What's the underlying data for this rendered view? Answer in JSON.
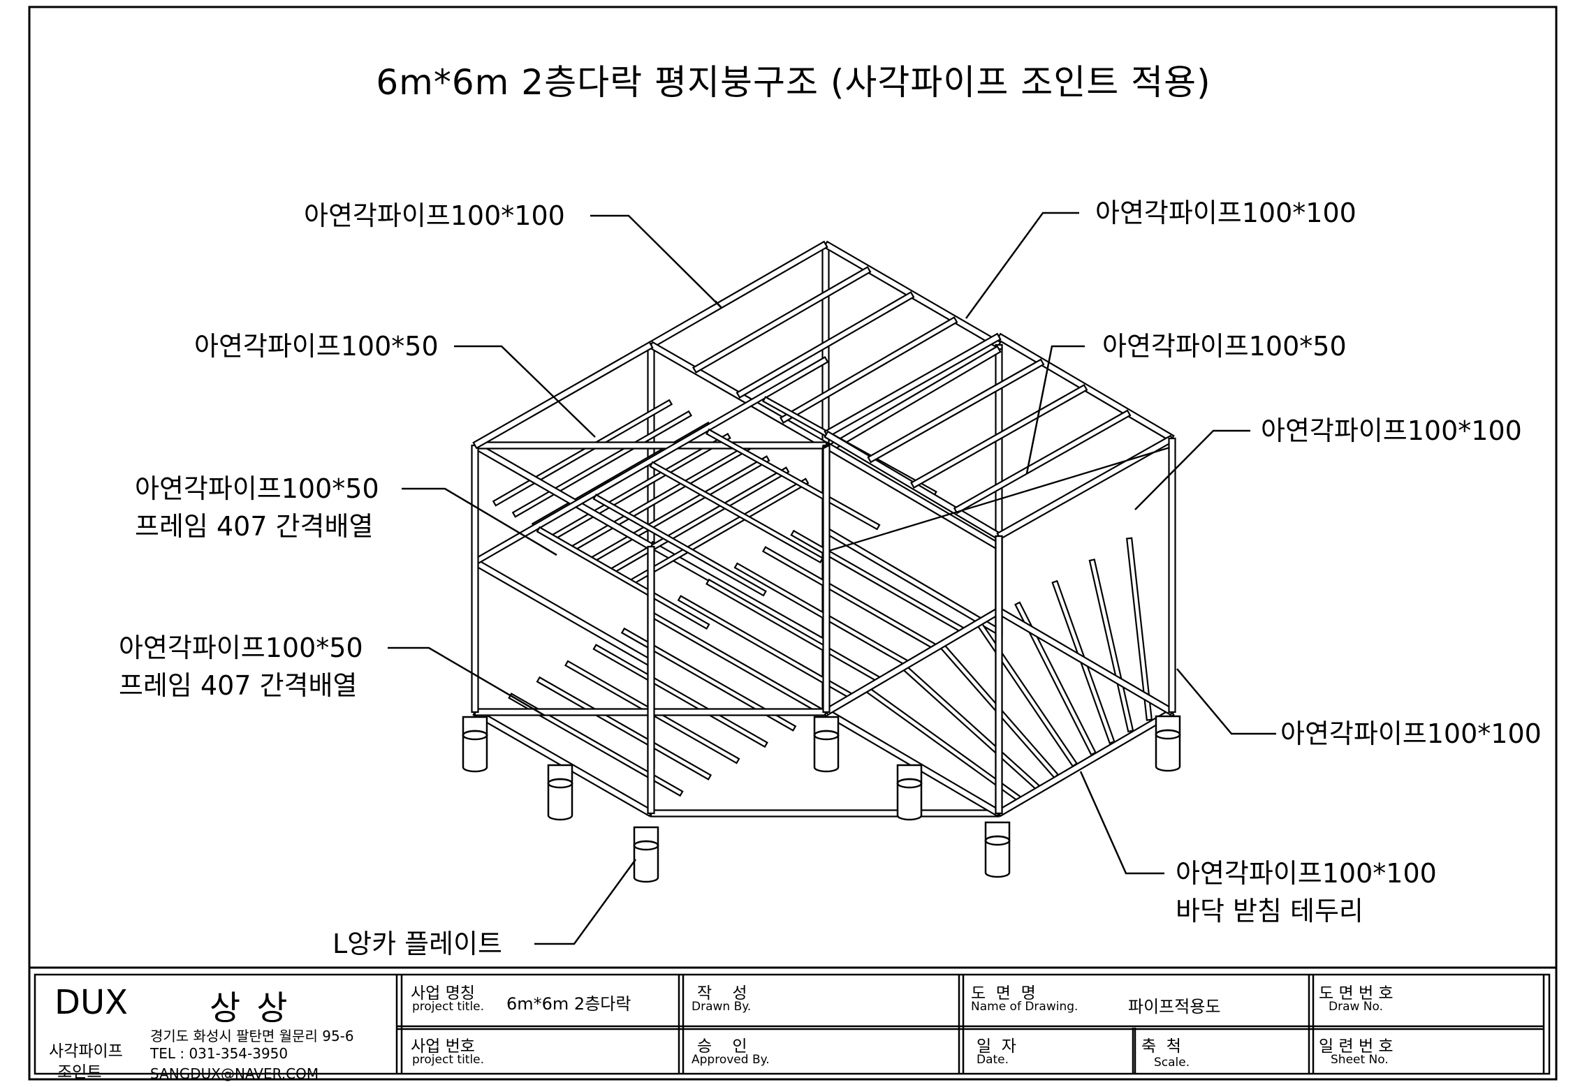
{
  "title": "6m*6m 2층다락 평지붕구조 (사각파이프 조인트 적용)",
  "callouts": [
    {
      "id": "c1",
      "lines": [
        "아연각파이프100*100"
      ]
    },
    {
      "id": "c2",
      "lines": [
        "아연각파이프100*100"
      ]
    },
    {
      "id": "c3",
      "lines": [
        "아연각파이프100*50"
      ]
    },
    {
      "id": "c4",
      "lines": [
        "아연각파이프100*50"
      ]
    },
    {
      "id": "c5",
      "lines": [
        "아연각파이프100*100"
      ]
    },
    {
      "id": "c6",
      "lines": [
        "아연각파이프100*50",
        "프레임 407 간격배열"
      ]
    },
    {
      "id": "c7",
      "lines": [
        "아연각파이프100*50",
        "프레임 407 간격배열"
      ]
    },
    {
      "id": "c8",
      "lines": [
        "아연각파이프100*100"
      ]
    },
    {
      "id": "c9",
      "lines": [
        "아연각파이프100*100",
        "바닥 받침 테두리"
      ]
    },
    {
      "id": "c10",
      "lines": [
        "L앙카 플레이트"
      ]
    }
  ],
  "title_block": {
    "company": "DUX",
    "company_name": "상 상",
    "company_sub_1": "사각파이프",
    "company_sub_2": "조인트",
    "address": "경기도 화성시 팔탄면 월문리 95-6",
    "tel": "TEL : 031-354-3950",
    "email": "SANGDUX@NAVER.COM",
    "project_name_label": "사업 명칭",
    "project_name_label_en": "project title.",
    "project_name_value": "6m*6m 2층다락",
    "project_no_label": "사업 번호",
    "project_no_label_en": "project title.",
    "drawn_label": "작    성",
    "drawn_label_en": "Drawn By.",
    "approved_label": "승    인",
    "approved_label_en": "Approved By.",
    "drawing_name_label": "도  면  명",
    "drawing_name_label_en": "Name of Drawing.",
    "drawing_name_value": "파이프적용도",
    "date_label": "일  자",
    "date_label_en": "Date.",
    "scale_label": "축  척",
    "scale_label_en": "Scale.",
    "drawing_no_label": "도 면 번 호",
    "drawing_no_label_en": "Draw No.",
    "sheet_no_label": "일 련 번 호",
    "sheet_no_label_en": "Sheet No."
  }
}
